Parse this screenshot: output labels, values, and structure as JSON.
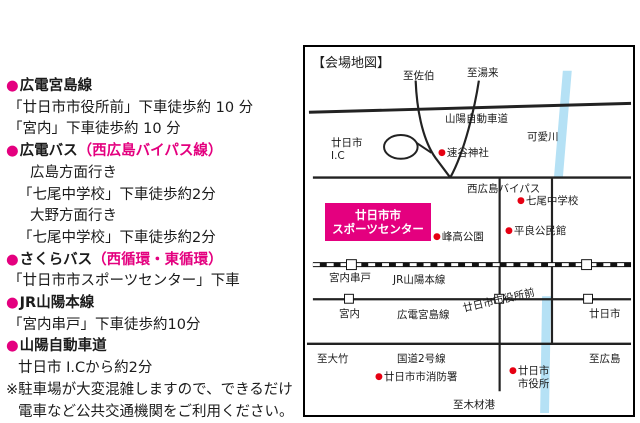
{
  "colors": {
    "magenta": "#e4007f",
    "red": "#e60012",
    "river": "#b5e1f5"
  },
  "directions": [
    {
      "b": "●",
      "t": "広電宮島線",
      "p": ""
    },
    {
      "t": "「廿日市市役所前」下車徒歩約 10 分"
    },
    {
      "t": "「宮内」下車徒歩約 10 分"
    },
    {
      "b": "●",
      "t": "広電バス",
      "p": "（西広島バイパス線）"
    },
    {
      "t": "広島方面行き"
    },
    {
      "t": "「七尾中学校」下車徒歩約2分"
    },
    {
      "t": "大野方面行き"
    },
    {
      "t": "「七尾中学校」下車徒歩約2分"
    },
    {
      "b": "●",
      "t": "さくらバス",
      "p": "（西循環・東循環）"
    },
    {
      "t": "「廿日市市スポーツセンター」下車"
    },
    {
      "b": "●",
      "t": "JR山陽本線",
      "p": ""
    },
    {
      "t": "「宮内串戸」下車徒歩約10分"
    },
    {
      "b": "●",
      "t": "山陽自動車道",
      "p": ""
    },
    {
      "t": "廿日市 I.Cから約2分"
    },
    {
      "t": "※駐車場が大変混雑しますので、できるだけ"
    },
    {
      "t": "電車など公共交通機関をご利用ください。"
    }
  ],
  "map": {
    "title": "【会場地図】",
    "dot": "●",
    "venue": {
      "line1": "廿日市市",
      "line2": "スポーツセンター"
    },
    "labels": {
      "to_saeki": "至佐伯",
      "to_yuki": "至湯来",
      "sanyo_expwy": "山陽自動車道",
      "kawai_river": "可愛川",
      "ic": "廿日市\nI.C",
      "hayatani_shrine": "速谷神社",
      "nishihiroshima_bypass": "西広島バイパス",
      "nanao_junior_high": "七尾中学校",
      "minetaka_park": "峰高公園",
      "heira_hall": "平良公民館",
      "miyauchi_kushido": "宮内串戸",
      "jr_sanyo_line": "JR山陽本線",
      "miyauchi": "宮内",
      "city_hall_front": "廿日市市役所前",
      "hatsukaichi_sta": "廿日市",
      "to_otake": "至大竹",
      "route2": "国道2号線",
      "to_hiroshima": "至広島",
      "fire_dept": "廿日市市消防署",
      "city_hall": "廿日市\n市役所",
      "to_mokuzaiko": "至木材港"
    }
  }
}
